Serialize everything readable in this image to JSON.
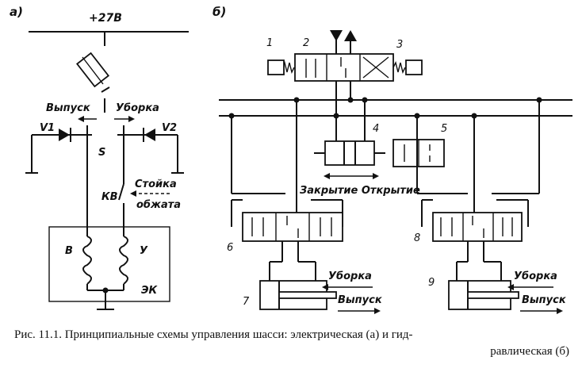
{
  "panel_a": {
    "label": "а)",
    "supply": "+27В",
    "retract_left": "Выпуск",
    "retract_right": "Уборка",
    "diode_left": "V1",
    "diode_right": "V2",
    "switch": "S",
    "contact": "КВ",
    "strut_line1": "Стойка",
    "strut_line2": "обжата",
    "coil_left": "В",
    "coil_right": "У",
    "box": "ЭК"
  },
  "panel_b": {
    "label": "б)",
    "n1": "1",
    "n2": "2",
    "n3": "3",
    "n4": "4",
    "n5": "5",
    "n6": "6",
    "n7": "7",
    "n8": "8",
    "n9": "9",
    "close_open": "Закрытие Открытие",
    "up7": "Уборка",
    "down7": "Выпуск",
    "up9": "Уборка",
    "down9": "Выпуск"
  },
  "caption": {
    "line1": "Рис. 11.1. Принципиальные схемы управления шасси: электрическая (а) и гид-",
    "line2": "равлическая (б)"
  }
}
